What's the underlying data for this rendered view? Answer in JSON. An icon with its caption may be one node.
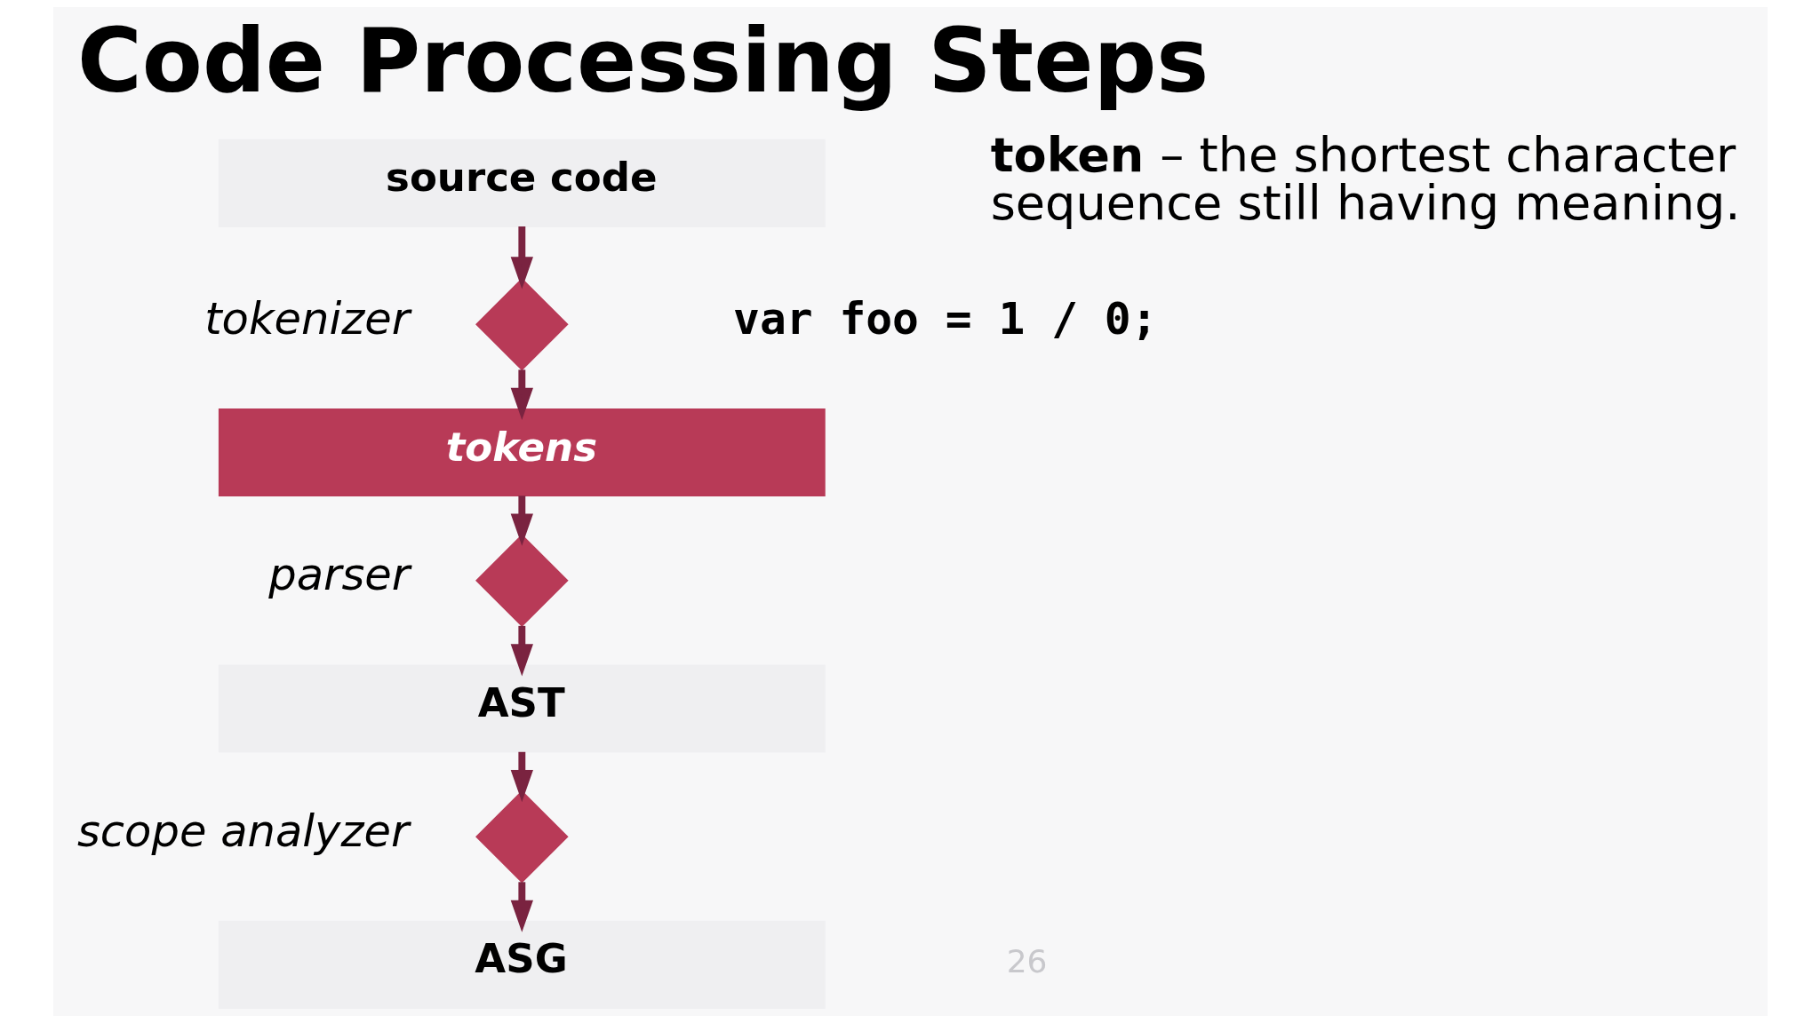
{
  "diagram": {
    "title": "Code Processing Steps",
    "nodes": [
      {
        "text": [
          "source code"
        ]
      },
      {
        "text": [],
        "shape": "diamond",
        "beside": [
          "tokenizer"
        ]
      },
      {
        "text": [
          "tokens"
        ]
      },
      {
        "text": [],
        "shape": "diamond",
        "beside": [
          "parser"
        ]
      },
      {
        "text": [
          "AST"
        ]
      },
      {
        "text": [],
        "shape": "diamond",
        "beside": [
          "scope analyzer"
        ]
      },
      {
        "text": [
          "ASG"
        ]
      }
    ],
    "edges": [
      {
        "from": 0,
        "to": 1,
        "arrow": "to"
      },
      {
        "from": 1,
        "to": 2,
        "arrow": "to"
      },
      {
        "from": 2,
        "to": 3,
        "arrow": "to"
      },
      {
        "from": 3,
        "to": 4,
        "arrow": "to"
      },
      {
        "from": 4,
        "to": 5,
        "arrow": "to"
      },
      {
        "from": 5,
        "to": 6,
        "arrow": "to"
      }
    ],
    "labels": [
      "**token** – the shortest character sequence still having meaning.",
      "var foo = 1 / 0;",
      "26"
    ]
  }
}
